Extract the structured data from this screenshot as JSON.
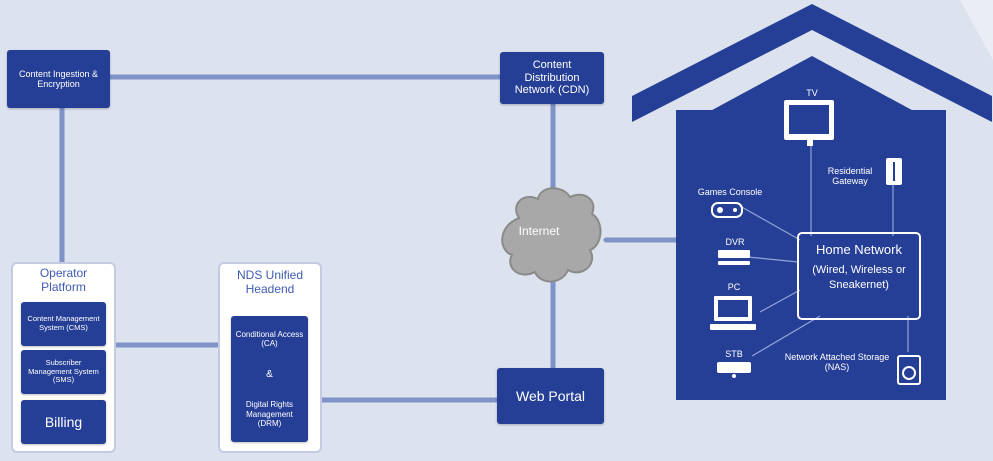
{
  "nodes": {
    "content_ingestion": "Content Ingestion & Encryption",
    "cdn": "Content Distribution Network (CDN)",
    "internet": "Internet",
    "web_portal": "Web Portal",
    "operator_platform": {
      "title": "Operator Platform",
      "cms": "Content Management System (CMS)",
      "sms": "Subscriber Management System (SMS)",
      "billing": "Billing"
    },
    "nds_headend": {
      "title": "NDS Unified Headend",
      "ca": "Conditional Access (CA)",
      "amp": "&",
      "drm": "Digital Rights Management (DRM)"
    },
    "home": {
      "tv": "TV",
      "games_console": "Games Console",
      "residential_gateway": "Residential Gateway",
      "dvr": "DVR",
      "pc": "PC",
      "stb": "STB",
      "nas": "Network Attached Storage (NAS)",
      "home_network": "Home Network",
      "home_network_sub": "(Wired, Wireless or Sneakernet)"
    }
  },
  "colors": {
    "accent": "#263f96",
    "connector": "#7f93c9",
    "background": "#dde2ef",
    "cloud": "#a8a8a8",
    "panel_border": "#c3cbe3"
  },
  "icons": [
    "tv-icon",
    "games-console-icon",
    "residential-gateway-icon",
    "dvr-icon",
    "pc-icon",
    "stb-icon",
    "nas-icon",
    "cloud-icon",
    "house-icon"
  ]
}
